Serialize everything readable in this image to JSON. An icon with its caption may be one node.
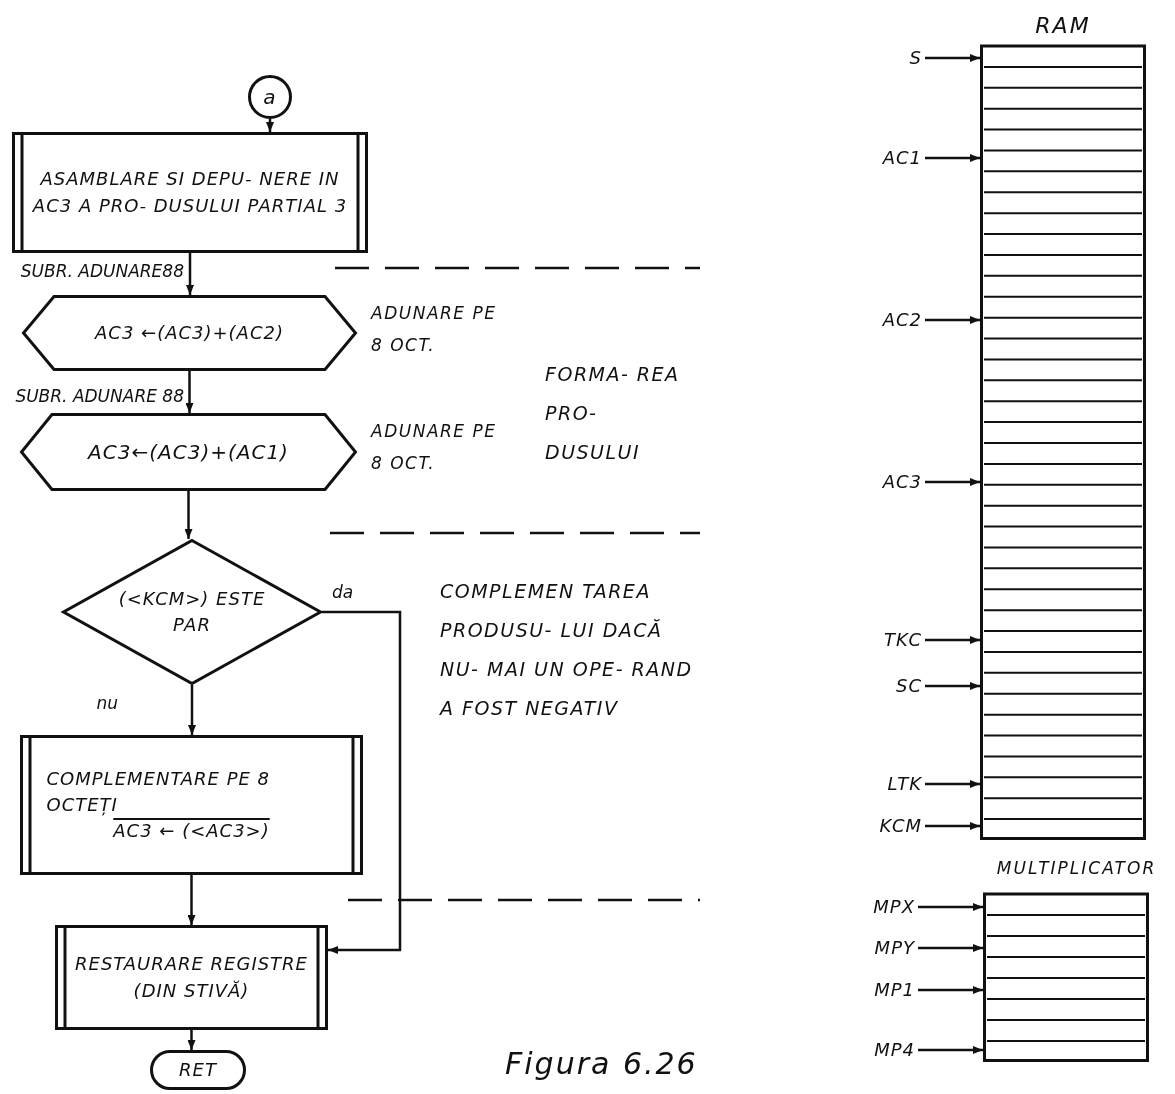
{
  "diagram": {
    "caption": "Figura 6.26",
    "nodes": [
      {
        "text": [
          "a"
        ]
      },
      {
        "text": [
          "ASAMBLARE SI DEPU- NERE IN AC3 A PRO- DUSULUI PARTIAL 3"
        ]
      },
      {
        "text": [
          "AC3 ←(AC3)+(AC2)"
        ],
        "beside": [
          "ADUNARE PE 8 OCT."
        ]
      },
      {
        "text": [
          "AC3←(AC3)+(AC1)"
        ],
        "beside": [
          "ADUNARE PE 8 OCT."
        ]
      },
      {
        "text": [
          "(<KCM>) ESTE PAR"
        ]
      },
      {
        "text": [
          "COMPLEMENTARE PE 8 OCTEȚI",
          "AC3 ← (<AC3>)"
        ]
      },
      {
        "text": [
          "RESTAURARE REGISTRE (DIN STIVĂ)"
        ]
      },
      {
        "text": [
          "RET"
        ]
      },
      {
        "text": [
          "RAM"
        ]
      },
      {
        "text": [
          "S"
        ]
      },
      {
        "text": [
          "AC1"
        ]
      },
      {
        "text": [
          "AC2"
        ]
      },
      {
        "text": [
          "AC3"
        ]
      },
      {
        "text": [
          "TKC"
        ]
      },
      {
        "text": [
          "SC"
        ]
      },
      {
        "text": [
          "LTK"
        ]
      },
      {
        "text": [
          "KCM"
        ]
      },
      {
        "text": [
          "MULTIPLICATOR"
        ]
      },
      {
        "text": [
          "MPX"
        ]
      },
      {
        "text": [
          "MPY"
        ]
      },
      {
        "text": [
          "MP1"
        ]
      },
      {
        "text": [
          "MP4"
        ]
      }
    ],
    "edges": [
      {
        "from": 0,
        "to": 1,
        "arrow": "to"
      },
      {
        "from": 1,
        "to": 2,
        "arrow": "to",
        "label": "SUBR. ADUNARE88"
      },
      {
        "from": 2,
        "to": 3,
        "arrow": "to",
        "label": "SUBR. ADUNARE 88"
      },
      {
        "from": 3,
        "to": 4,
        "arrow": "to"
      },
      {
        "from": 4,
        "to": 5,
        "arrow": "to",
        "label": "nu"
      },
      {
        "from": 4,
        "to": 6,
        "arrow": "to",
        "label": "da"
      },
      {
        "from": 5,
        "to": 6,
        "arrow": "to"
      },
      {
        "from": 6,
        "to": 7,
        "arrow": "to"
      },
      {
        "from": 9,
        "to": 8,
        "arrow": "to"
      },
      {
        "from": 10,
        "to": 8,
        "arrow": "to"
      },
      {
        "from": 11,
        "to": 8,
        "arrow": "to"
      },
      {
        "from": 12,
        "to": 8,
        "arrow": "to"
      },
      {
        "from": 13,
        "to": 8,
        "arrow": "to"
      },
      {
        "from": 14,
        "to": 8,
        "arrow": "to"
      },
      {
        "from": 15,
        "to": 8,
        "arrow": "to"
      },
      {
        "from": 16,
        "to": 8,
        "arrow": "to"
      },
      {
        "from": 18,
        "to": 17,
        "arrow": "to"
      },
      {
        "from": 19,
        "to": 17,
        "arrow": "to"
      },
      {
        "from": 20,
        "to": 17,
        "arrow": "to"
      },
      {
        "from": 21,
        "to": 17,
        "arrow": "to"
      }
    ],
    "labels": [
      "FORMA- REA PRO- DUSULUI",
      "COMPLEMEN TAREA PRODUSU- LUI DACĂ NU- MAI UN OPE- RAND A FOST NEGATIV"
    ]
  }
}
